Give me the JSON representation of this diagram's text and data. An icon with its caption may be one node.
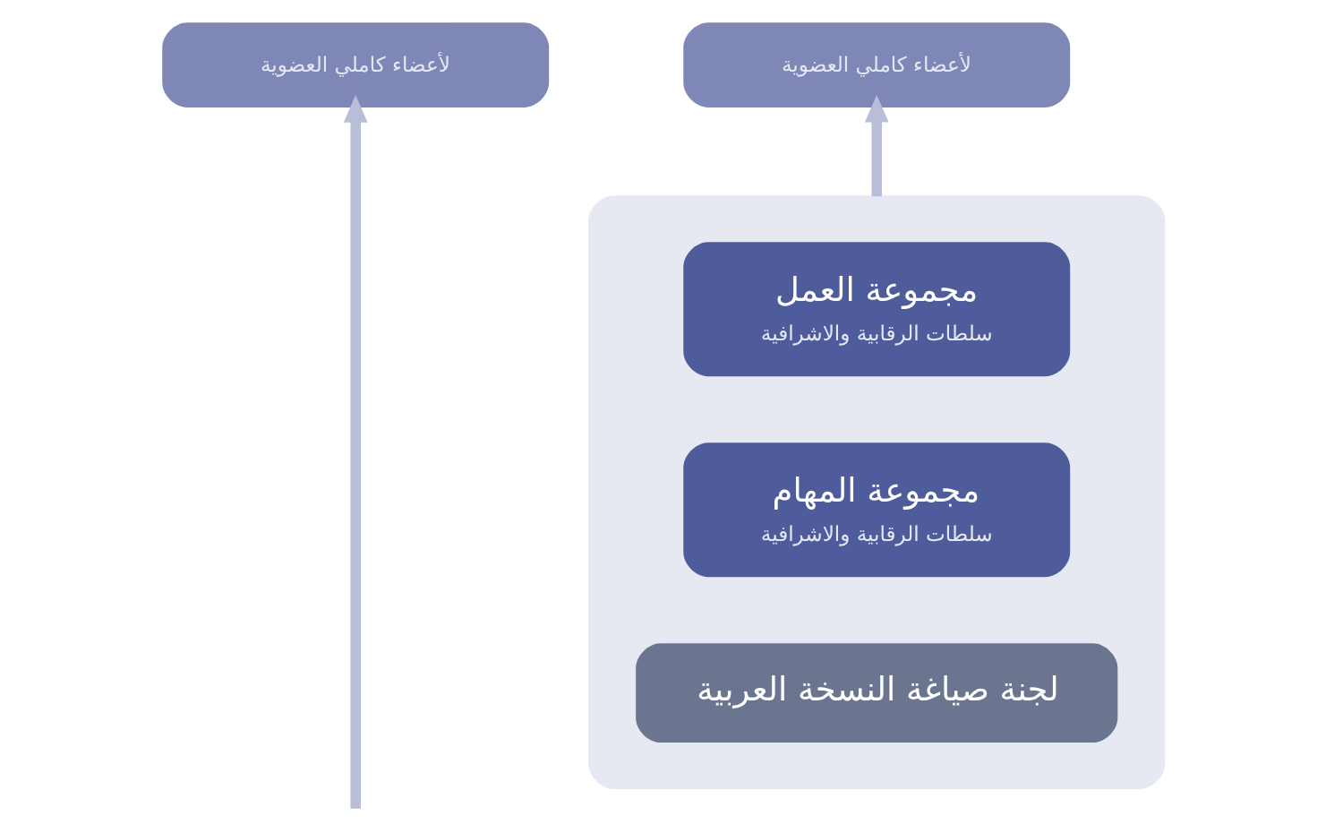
{
  "diagram": {
    "nodes": [
      {
        "text": [
          "لأعضاء كاملي العضوية"
        ]
      },
      {
        "text": [
          "لأعضاء كاملي العضوية"
        ]
      },
      {
        "text": [],
        "shape": "box"
      },
      {
        "text": [
          "مجموعة العمل",
          "سلطات الرقابية والاشرافية"
        ],
        "in": 2
      },
      {
        "text": [
          "مجموعة المهام",
          "سلطات الرقابية والاشرافية"
        ],
        "in": 2
      },
      {
        "text": [
          "لجنة صياغة النسخة العربية"
        ],
        "in": 2
      }
    ],
    "edges": [
      {
        "from": null,
        "to": 0,
        "arrow": "to"
      },
      {
        "from": 2,
        "to": 1,
        "arrow": "to"
      }
    ]
  }
}
